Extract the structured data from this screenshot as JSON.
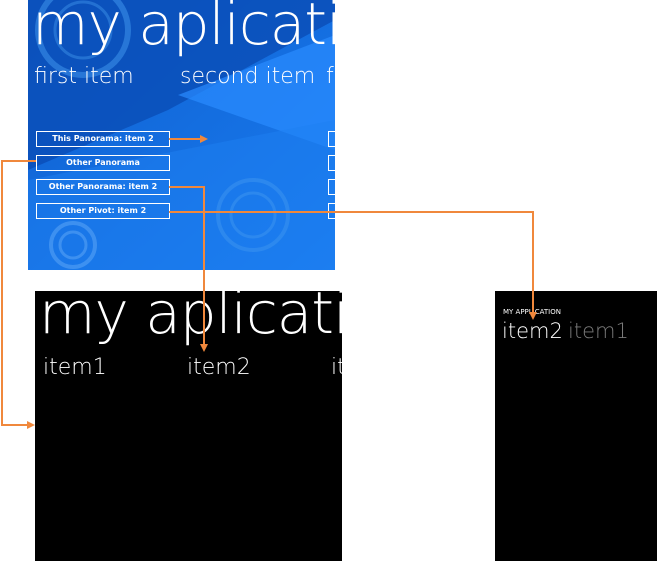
{
  "colors": {
    "panorama_bg": "#1672e0",
    "arrow": "#f0883c",
    "dark_bg": "#000000",
    "inactive_pivot": "#7a7a7a"
  },
  "panorama1": {
    "title": "my aplication",
    "headers": [
      "first item",
      "second item",
      "f"
    ],
    "buttons": [
      "This Panorama: item 2",
      "Other Panorama",
      "Other Panorama: item 2",
      "Other Pivot: item 2"
    ]
  },
  "panorama2": {
    "title": "my aplication",
    "headers": [
      "item1",
      "item2",
      "it"
    ]
  },
  "pivot": {
    "title": "MY APPLICATION",
    "items": [
      "item2",
      "item1"
    ]
  }
}
